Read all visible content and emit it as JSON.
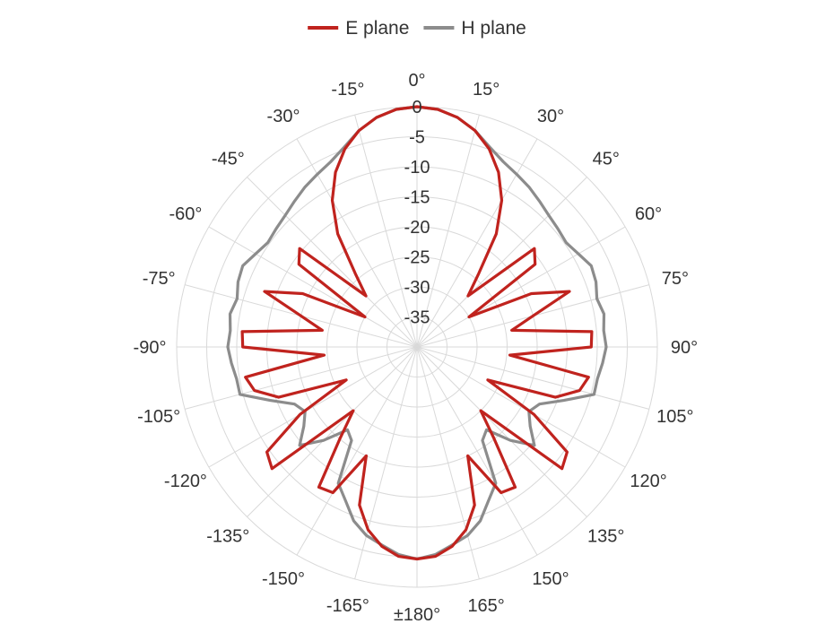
{
  "chart_data": {
    "type": "polar-line",
    "legend": {
      "position": "top-center",
      "entries": [
        {
          "label": "E plane",
          "color": "#C0231E"
        },
        {
          "label": "H plane",
          "color": "#8C8C8C"
        }
      ]
    },
    "angular_axis": {
      "direction": "clockwise",
      "zero": "top",
      "step_deg": 15,
      "labels": [
        "0°",
        "15°",
        "30°",
        "45°",
        "60°",
        "75°",
        "90°",
        "105°",
        "120°",
        "135°",
        "150°",
        "165°",
        "±180°",
        "-165°",
        "-150°",
        "-135°",
        "-120°",
        "-105°",
        "-90°",
        "-75°",
        "-60°",
        "-45°",
        "-30°",
        "-15°"
      ]
    },
    "radial_axis": {
      "unit": "dB",
      "range": [
        -40,
        0
      ],
      "tick_values": [
        0,
        -5,
        -10,
        -15,
        -20,
        -25,
        -30,
        -35
      ],
      "tick_labels": [
        "0",
        "-5",
        "-10",
        "-15",
        "-20",
        "-25",
        "-30",
        "-35"
      ],
      "grid": true
    },
    "series": [
      {
        "name": "E plane",
        "color": "#C0231E",
        "angles": [
          0,
          5,
          10,
          15,
          20,
          25,
          30,
          35,
          40,
          45,
          50,
          55,
          60,
          65,
          70,
          75,
          80,
          85,
          90,
          95,
          100,
          105,
          110,
          115,
          120,
          125,
          130,
          135,
          140,
          145,
          150,
          155,
          160,
          165,
          170,
          175,
          180
        ],
        "values": [
          0,
          -0.3,
          -1.2,
          -2.7,
          -4.9,
          -7.9,
          -11.8,
          -17,
          -24,
          -28,
          -14.5,
          -16,
          -30,
          -19,
          -13,
          -20,
          -24,
          -10.8,
          -11,
          -24.5,
          -11,
          -12,
          -15.5,
          -27,
          -17.5,
          -9.5,
          -8.5,
          -25,
          -20,
          -11.5,
          -12,
          -20,
          -12,
          -8.5,
          -6.3,
          -5,
          -4.7
        ]
      },
      {
        "name": "H plane",
        "color": "#8C8C8C",
        "angles": [
          0,
          5,
          10,
          15,
          20,
          25,
          30,
          35,
          40,
          45,
          50,
          55,
          60,
          65,
          70,
          75,
          80,
          85,
          90,
          95,
          100,
          105,
          110,
          115,
          120,
          125,
          130,
          135,
          140,
          145,
          150,
          155,
          160,
          165,
          170,
          175,
          180
        ],
        "values": [
          0,
          -0.3,
          -1.2,
          -2.7,
          -4.6,
          -6,
          -6.8,
          -7.5,
          -8.3,
          -9,
          -9.4,
          -9.7,
          -9,
          -8,
          -8.3,
          -9,
          -8.4,
          -8.8,
          -8.5,
          -9,
          -9.5,
          -9.5,
          -14,
          -17.5,
          -18.5,
          -17,
          -14.5,
          -18,
          -22,
          -21,
          -13.8,
          -11.8,
          -9.2,
          -7.5,
          -6.5,
          -5.3,
          -4.7
        ]
      }
    ]
  }
}
